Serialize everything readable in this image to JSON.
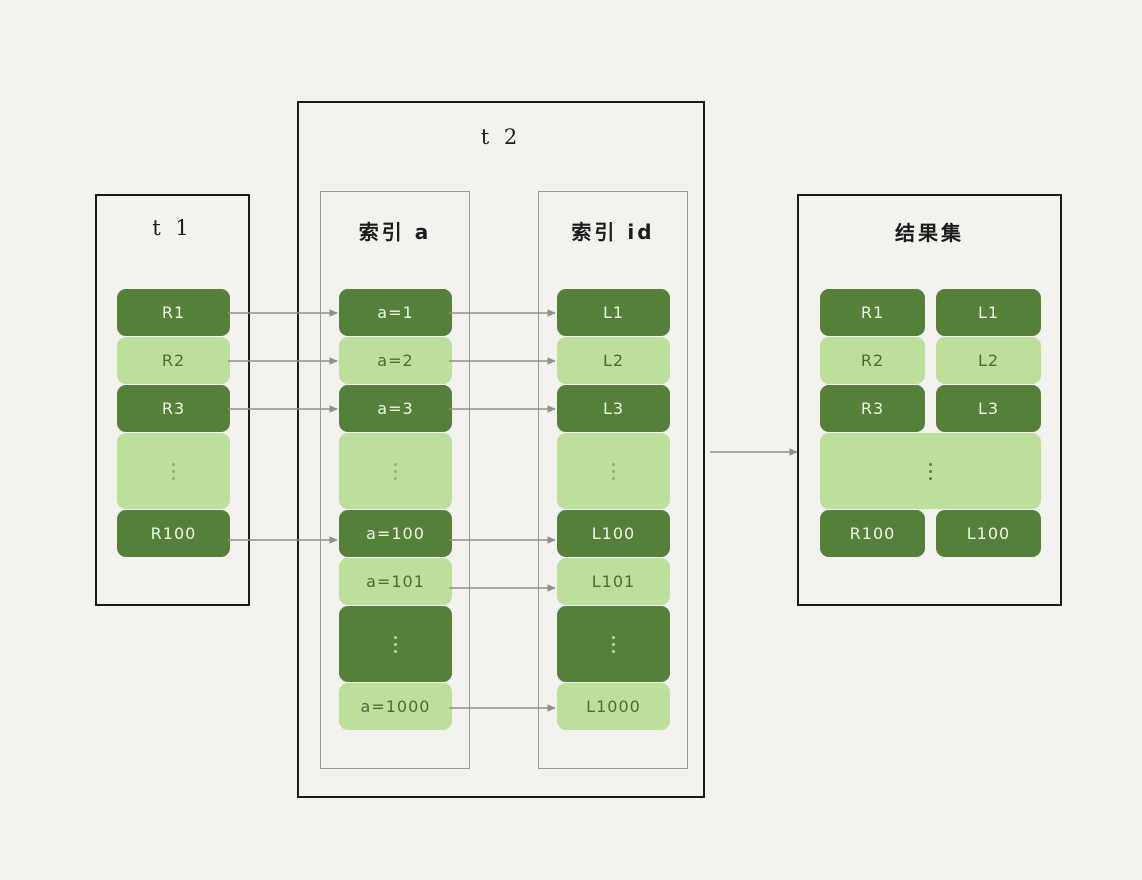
{
  "canvas": {
    "background": "#f3f2ee",
    "dark_green": "#55803a",
    "light_green": "#bcdf9c",
    "border_dark": "#1a1a1a",
    "border_grey": "#9a9a96",
    "arrow_color": "#8f8f8b"
  },
  "t1_box": {
    "title": "t 1",
    "rows": [
      {
        "label": "R1",
        "tone": "dark",
        "ellipsis": false
      },
      {
        "label": "R2",
        "tone": "light",
        "ellipsis": false
      },
      {
        "label": "R3",
        "tone": "dark",
        "ellipsis": false
      },
      {
        "label": "",
        "tone": "light",
        "ellipsis": true
      },
      {
        "label": "R100",
        "tone": "dark",
        "ellipsis": false
      }
    ]
  },
  "t2_box": {
    "title": "t 2",
    "index_a": {
      "title": "索引 a",
      "rows": [
        {
          "label": "a=1",
          "tone": "dark",
          "ellipsis": false
        },
        {
          "label": "a=2",
          "tone": "light",
          "ellipsis": false
        },
        {
          "label": "a=3",
          "tone": "dark",
          "ellipsis": false
        },
        {
          "label": "",
          "tone": "light",
          "ellipsis": true
        },
        {
          "label": "a=100",
          "tone": "dark",
          "ellipsis": false
        },
        {
          "label": "a=101",
          "tone": "light",
          "ellipsis": false
        },
        {
          "label": "",
          "tone": "dark",
          "ellipsis": true
        },
        {
          "label": "a=1000",
          "tone": "light",
          "ellipsis": false
        }
      ]
    },
    "index_id": {
      "title": "索引 id",
      "rows": [
        {
          "label": "L1",
          "tone": "dark",
          "ellipsis": false
        },
        {
          "label": "L2",
          "tone": "light",
          "ellipsis": false
        },
        {
          "label": "L3",
          "tone": "dark",
          "ellipsis": false
        },
        {
          "label": "",
          "tone": "light",
          "ellipsis": true
        },
        {
          "label": "L100",
          "tone": "dark",
          "ellipsis": false
        },
        {
          "label": "L101",
          "tone": "light",
          "ellipsis": false
        },
        {
          "label": "",
          "tone": "dark",
          "ellipsis": true
        },
        {
          "label": "L1000",
          "tone": "light",
          "ellipsis": false
        }
      ]
    }
  },
  "result_box": {
    "title": "结果集",
    "rows": [
      {
        "left": "R1",
        "right": "L1",
        "tone": "dark",
        "ellipsis": false
      },
      {
        "left": "R2",
        "right": "L2",
        "tone": "light",
        "ellipsis": false
      },
      {
        "left": "R3",
        "right": "L3",
        "tone": "dark",
        "ellipsis": false
      },
      {
        "left": "",
        "right": "",
        "tone": "light",
        "ellipsis": true
      },
      {
        "left": "R100",
        "right": "L100",
        "tone": "dark",
        "ellipsis": false
      }
    ]
  }
}
